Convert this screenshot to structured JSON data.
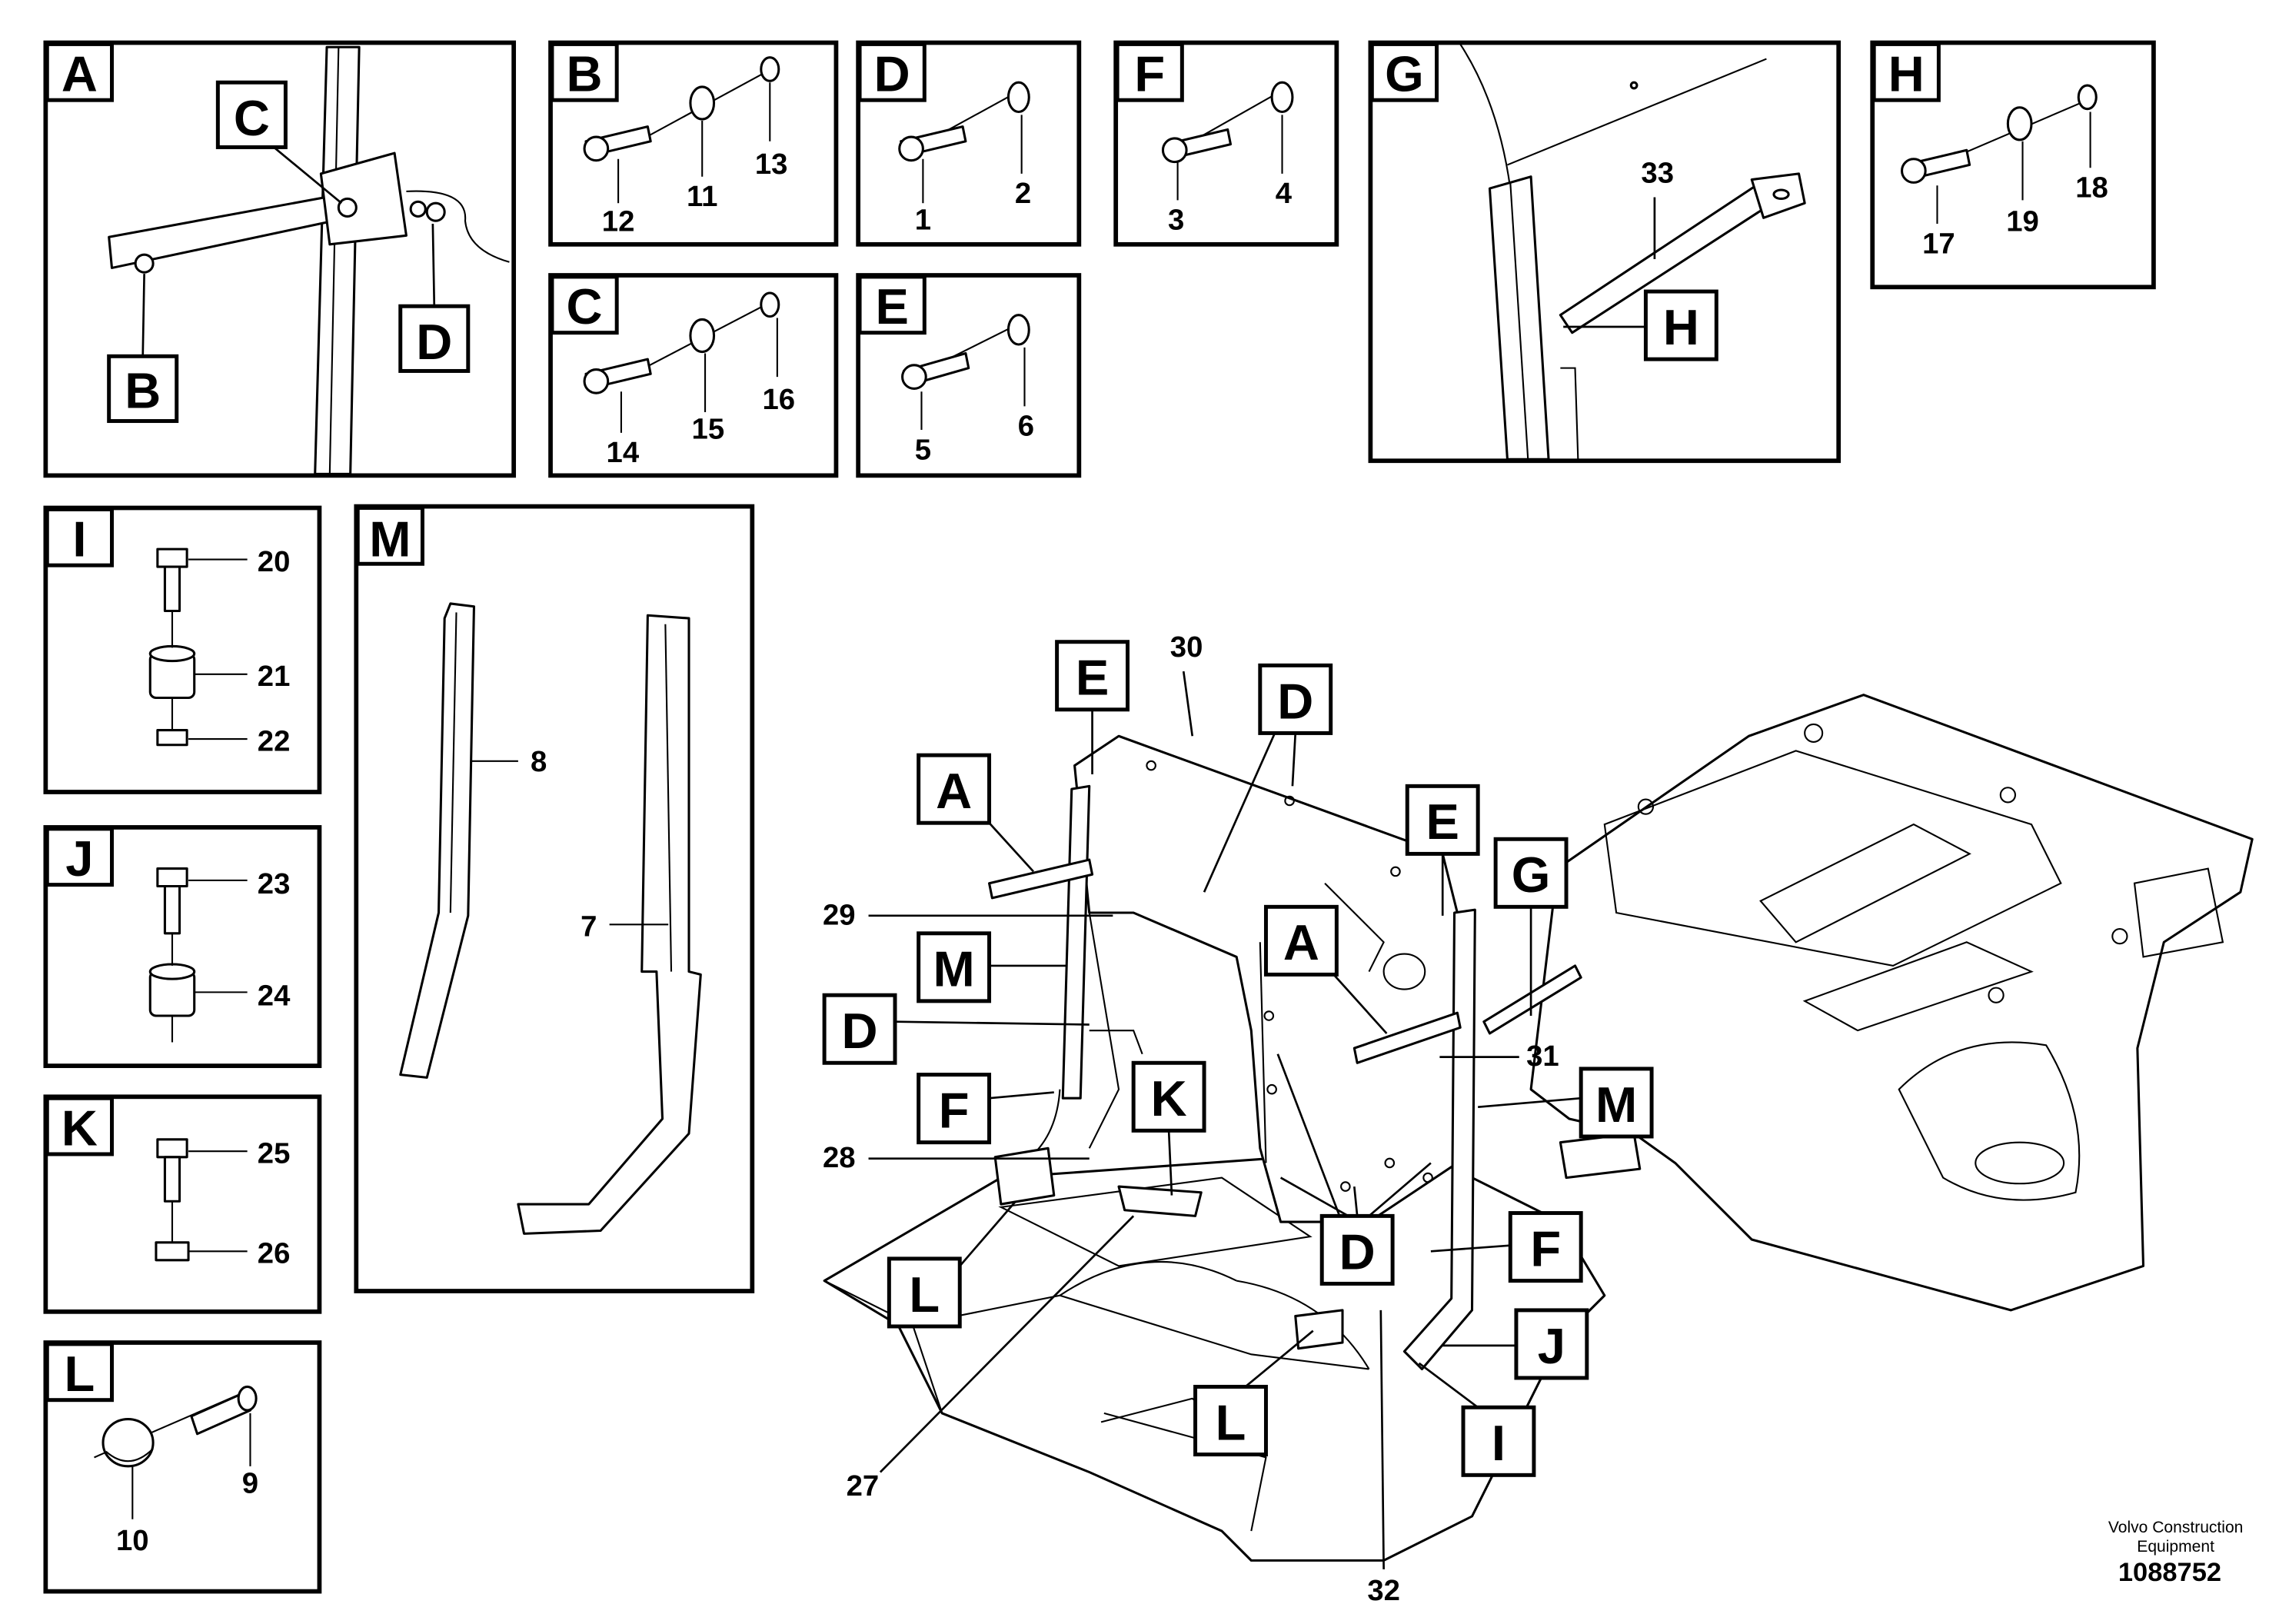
{
  "panels": {
    "A": {
      "tag": "A",
      "sub": [
        "C",
        "B",
        "D"
      ]
    },
    "B": {
      "tag": "B",
      "items": [
        "12",
        "11",
        "13"
      ]
    },
    "C": {
      "tag": "C",
      "items": [
        "14",
        "15",
        "16"
      ]
    },
    "D": {
      "tag": "D",
      "items": [
        "1",
        "2"
      ]
    },
    "E": {
      "tag": "E",
      "items": [
        "5",
        "6"
      ]
    },
    "F": {
      "tag": "F",
      "items": [
        "3",
        "4"
      ]
    },
    "G": {
      "tag": "G",
      "items": [
        "33"
      ],
      "sub": [
        "H"
      ]
    },
    "H": {
      "tag": "H",
      "items": [
        "17",
        "19",
        "18"
      ]
    },
    "I": {
      "tag": "I",
      "items": [
        "20",
        "21",
        "22"
      ]
    },
    "J": {
      "tag": "J",
      "items": [
        "23",
        "24"
      ]
    },
    "K": {
      "tag": "K",
      "items": [
        "25",
        "26"
      ]
    },
    "L": {
      "tag": "L",
      "items": [
        "9",
        "10"
      ]
    },
    "M": {
      "tag": "M",
      "items": [
        "8",
        "7"
      ]
    }
  },
  "main": {
    "numbers": [
      "30",
      "29",
      "28",
      "27",
      "31",
      "32"
    ],
    "callouts": [
      "E",
      "A",
      "M",
      "D",
      "F",
      "K",
      "L",
      "D",
      "E",
      "A",
      "G",
      "M",
      "D",
      "F",
      "J",
      "I",
      "L"
    ]
  },
  "footer": {
    "company_line1": "Volvo Construction",
    "company_line2": "Equipment",
    "ref": "1088752"
  }
}
